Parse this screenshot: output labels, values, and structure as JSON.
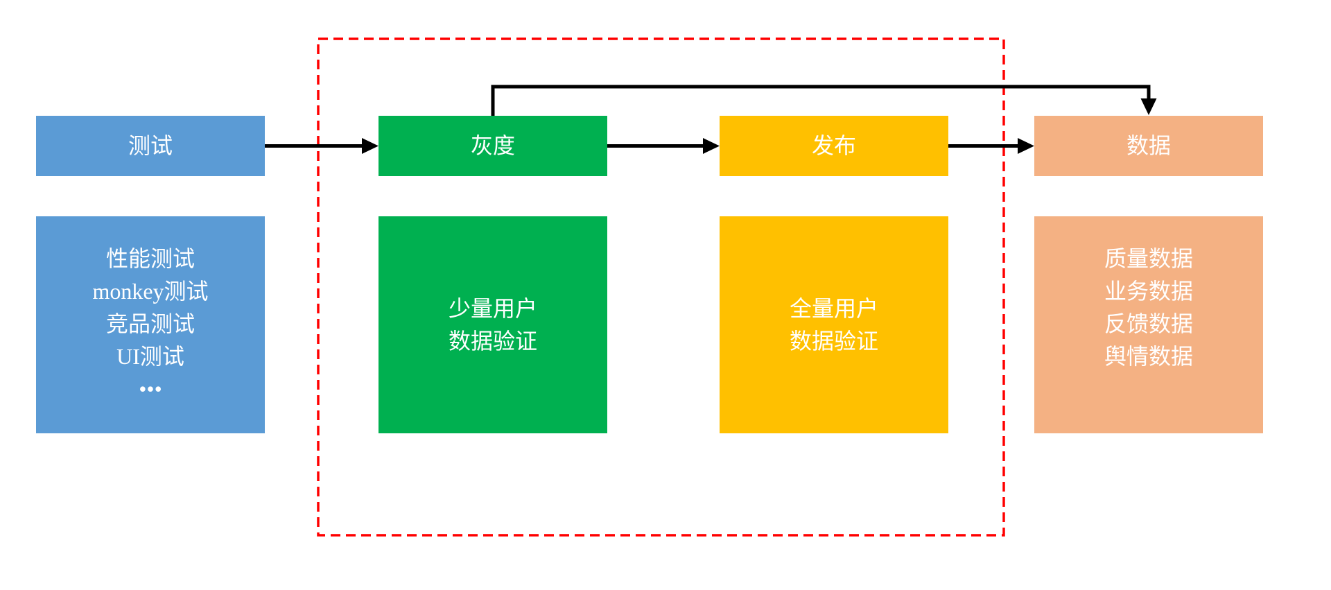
{
  "diagram": {
    "background_color": "#FFFFFF",
    "text_color": "#FFFFFF",
    "arrow_color": "#000000",
    "scope_box_color": "#FF0000",
    "columns": [
      {
        "id": "test",
        "header": {
          "label": "测试",
          "color": "#5B9BD5"
        },
        "detail": {
          "lines": [
            "性能测试",
            "monkey测试",
            "竞品测试",
            "UI测试",
            "•••"
          ],
          "color": "#5B9BD5"
        }
      },
      {
        "id": "gray-release",
        "header": {
          "label": "灰度",
          "color": "#00B050"
        },
        "detail": {
          "lines": [
            "少量用户",
            "数据验证"
          ],
          "color": "#00B050"
        }
      },
      {
        "id": "release",
        "header": {
          "label": "发布",
          "color": "#FFC000"
        },
        "detail": {
          "lines": [
            "全量用户",
            "数据验证"
          ],
          "color": "#FFC000"
        }
      },
      {
        "id": "data",
        "header": {
          "label": "数据",
          "color": "#F4B183"
        },
        "detail": {
          "lines": [
            "质量数据",
            "业务数据",
            "反馈数据",
            "舆情数据"
          ],
          "color": "#F4B183"
        }
      }
    ],
    "arrows": [
      {
        "from": "测试",
        "to": "灰度",
        "type": "straight"
      },
      {
        "from": "灰度",
        "to": "发布",
        "type": "straight"
      },
      {
        "from": "发布",
        "to": "数据",
        "type": "straight"
      },
      {
        "from": "灰度",
        "to": "数据",
        "type": "elbow-over-top"
      }
    ]
  }
}
